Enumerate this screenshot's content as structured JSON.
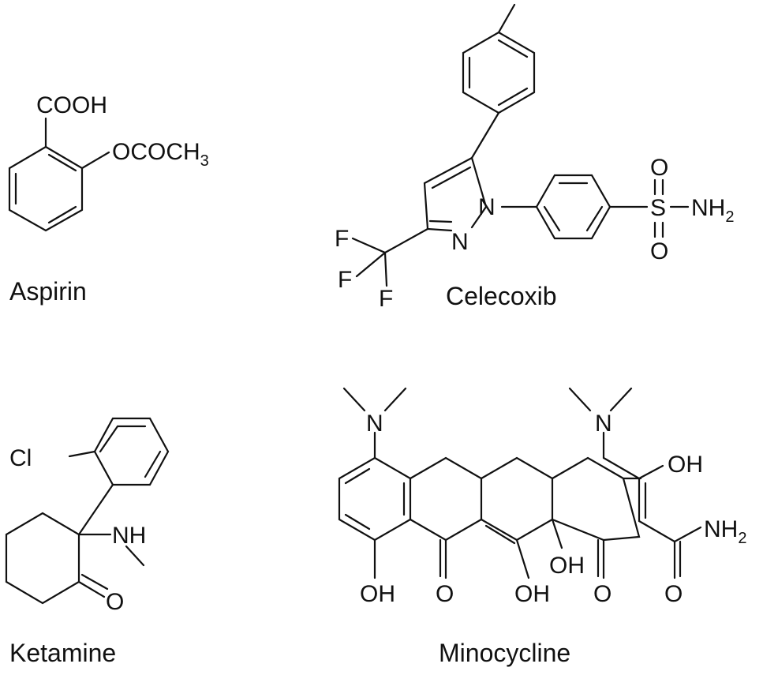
{
  "molecules": [
    {
      "name": "Aspirin",
      "groups": {
        "carboxyl": "COOH",
        "ester_main": "OCOCH",
        "ester_sub": "3"
      }
    },
    {
      "name": "Celecoxib",
      "groups": {
        "f1": "F",
        "f2": "F",
        "f3": "F",
        "n1": "N",
        "n2": "N",
        "s": "S",
        "o_top": "O",
        "o_bottom": "O",
        "nh": "NH",
        "nh_sub": "2"
      }
    },
    {
      "name": "Ketamine",
      "groups": {
        "cl": "Cl",
        "nh": "NH",
        "o": "O"
      }
    },
    {
      "name": "Minocycline",
      "groups": {
        "n_left": "N",
        "n_right": "N",
        "oh_top": "OH",
        "oh_left": "OH",
        "oh_mid": "OH",
        "oh_center": "OH",
        "o_a": "O",
        "o_b": "O",
        "o_amide": "O",
        "nh": "NH",
        "nh_sub": "2"
      }
    }
  ]
}
